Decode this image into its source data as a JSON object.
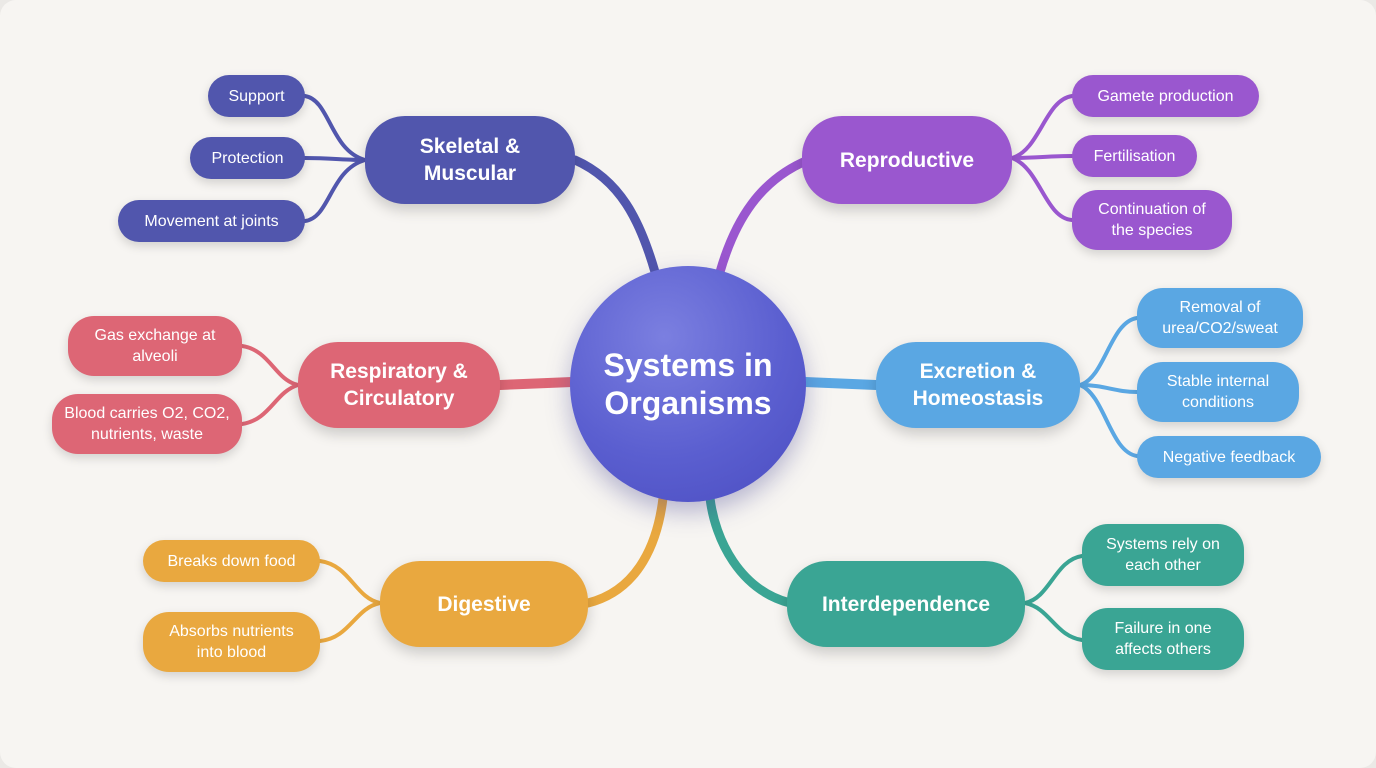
{
  "center": {
    "label": "Systems in Organisms"
  },
  "branches": {
    "skeletal": {
      "label": "Skeletal & Muscular",
      "color": "#5156ad",
      "leaves": [
        "Support",
        "Protection",
        "Movement at joints"
      ]
    },
    "reproductive": {
      "label": "Reproductive",
      "color": "#9a57cf",
      "leaves": [
        "Gamete production",
        "Fertilisation",
        "Continuation of the species"
      ]
    },
    "respiratory": {
      "label": "Respiratory & Circulatory",
      "color": "#dd6675",
      "leaves": [
        "Gas exchange at alveoli",
        "Blood carries O2, CO2, nutrients, waste"
      ]
    },
    "excretion": {
      "label": "Excretion & Homeostasis",
      "color": "#5aa7e3",
      "leaves": [
        "Removal of urea/CO2/sweat",
        "Stable internal conditions",
        "Negative feedback"
      ]
    },
    "digestive": {
      "label": "Digestive",
      "color": "#e9a83f",
      "leaves": [
        "Breaks down food",
        "Absorbs nutrients into blood"
      ]
    },
    "interdependence": {
      "label": "Interdependence",
      "color": "#3aa594",
      "leaves": [
        "Systems rely on each other",
        "Failure in one affects others"
      ]
    }
  }
}
